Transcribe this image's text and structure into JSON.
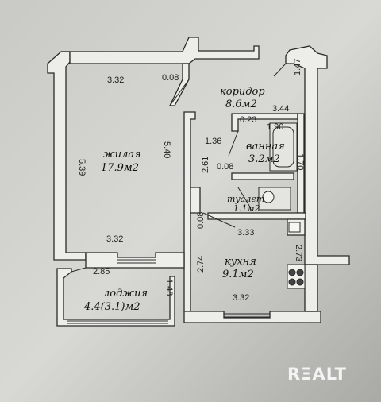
{
  "rooms": {
    "living": {
      "name": "жилая",
      "area": "17.9м2"
    },
    "corridor": {
      "name": "коридор",
      "area": "8.6м2"
    },
    "bath": {
      "name": "ванная",
      "area": "3.2м2"
    },
    "toilet": {
      "name": "туалет",
      "area": "1.1м2"
    },
    "kitchen": {
      "name": "кухня",
      "area": "9.1м2"
    },
    "loggia": {
      "name": "лоджия",
      "area": "4.4(3.1)м2"
    }
  },
  "dimensions": {
    "living_top": "3.32",
    "living_gap": "0.08",
    "living_left": "5.39",
    "living_right": "5.40",
    "living_bottom": "3.32",
    "corridor_side": "1.47",
    "corridor_width": "3.44",
    "bath_wall_top": "0.23",
    "bath_width": "1.90",
    "bath_left": "1.36",
    "bath_height": "1.70",
    "hall_len": "2.61",
    "hall_wall": "0.08",
    "kitchen_wall": "0.08",
    "kitchen_top": "3.33",
    "kitchen_left": "2.74",
    "kitchen_right": "2.73",
    "kitchen_bottom": "3.32",
    "loggia_width": "2.85",
    "loggia_height": "1.48"
  },
  "watermark": "RΞALT"
}
